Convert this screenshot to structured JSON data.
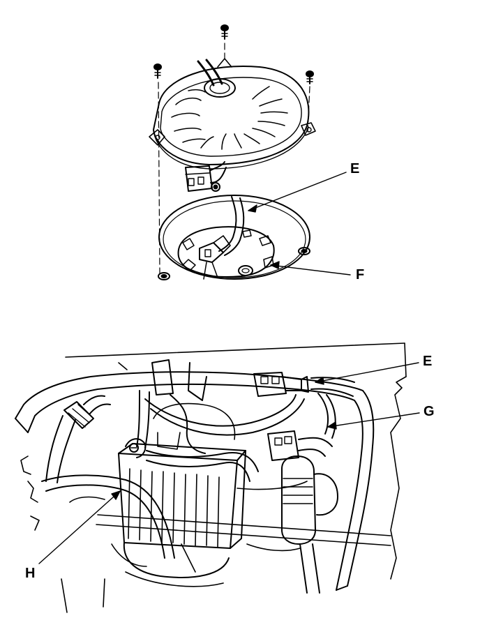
{
  "labels": {
    "e_top": "E",
    "f": "F",
    "e_bottom": "E",
    "g": "G",
    "h": "H"
  }
}
